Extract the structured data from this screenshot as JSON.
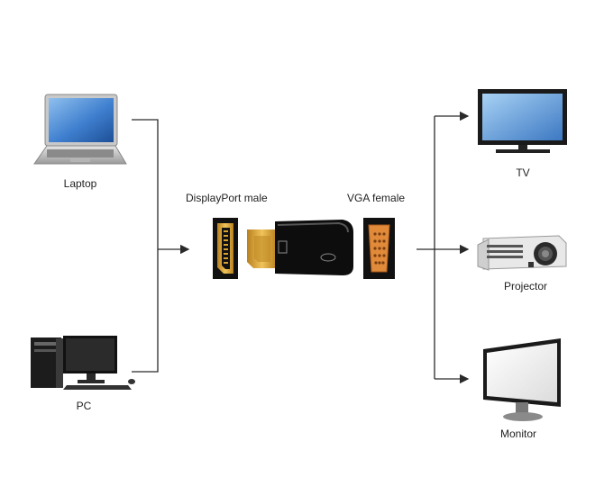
{
  "devices": {
    "laptop": {
      "label": "Laptop"
    },
    "pc": {
      "label": "PC"
    },
    "tv": {
      "label": "TV"
    },
    "projector": {
      "label": "Projector"
    },
    "monitor": {
      "label": "Monitor"
    }
  },
  "adapter": {
    "input_label": "DisplayPort male",
    "output_label": "VGA female"
  },
  "colors": {
    "line": "#2a2a2a",
    "connector_gold": "#d9a12e",
    "vga_orange": "#e08a3a",
    "screen_blue": "#4f86c9",
    "adapter_body": "#111111"
  }
}
